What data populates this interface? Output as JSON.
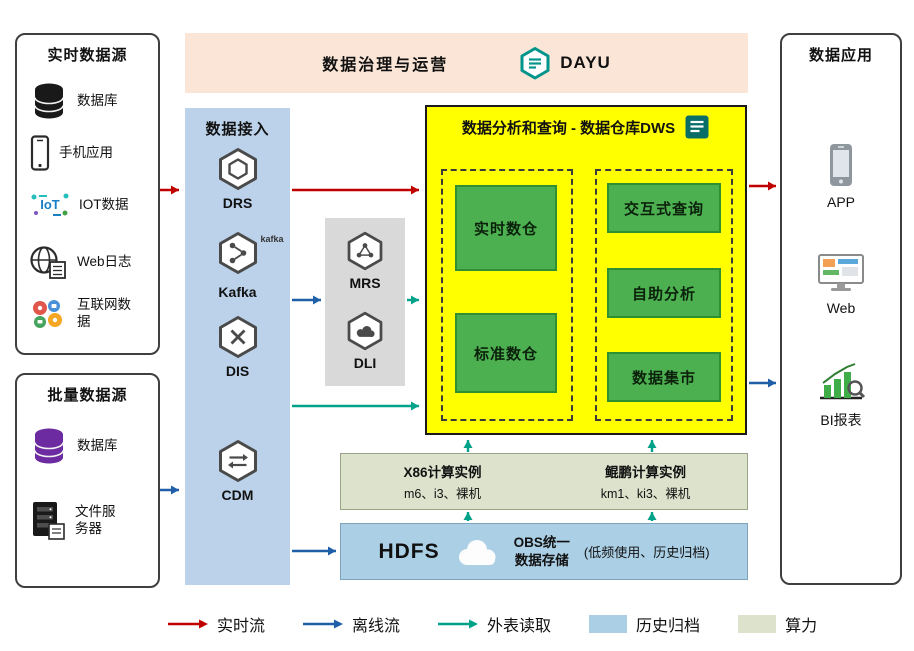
{
  "realtime_sources": {
    "title": "实时数据源",
    "items": [
      {
        "label": "数据库",
        "icon": "database-icon"
      },
      {
        "label": "手机应用",
        "icon": "phone-icon"
      },
      {
        "label": "IOT数据",
        "icon": "iot-icon"
      },
      {
        "label": "Web日志",
        "icon": "weblog-globe-icon"
      },
      {
        "label": "互联网数据",
        "icon": "internet-data-icon"
      }
    ]
  },
  "batch_sources": {
    "title": "批量数据源",
    "items": [
      {
        "label": "数据库",
        "icon": "database-purple-icon"
      },
      {
        "label": "文件服务器",
        "icon": "file-server-icon"
      }
    ]
  },
  "governance": {
    "title": "数据治理与运营",
    "logo_text": "DAYU"
  },
  "ingestion": {
    "title": "数据接入",
    "services": [
      {
        "label": "DRS"
      },
      {
        "label": "Kafka",
        "badge": "kafka"
      },
      {
        "label": "DIS"
      },
      {
        "label": "CDM"
      }
    ]
  },
  "middleware": {
    "services": [
      {
        "label": "MRS"
      },
      {
        "label": "DLI"
      }
    ]
  },
  "dws": {
    "title": "数据分析和查询 - 数据仓库DWS",
    "left_boxes": [
      {
        "label": "实时数仓"
      },
      {
        "label": "标准数仓"
      }
    ],
    "right_boxes": [
      {
        "label": "交互式查询"
      },
      {
        "label": "自助分析"
      },
      {
        "label": "数据集市"
      }
    ]
  },
  "instances": [
    {
      "title": "X86计算实例",
      "subtitle": "m6、i3、裸机"
    },
    {
      "title": "鲲鹏计算实例",
      "subtitle": "km1、ki3、裸机"
    }
  ],
  "storage": {
    "hdfs": "HDFS",
    "obs_line1": "OBS统一",
    "obs_line2": "数据存储",
    "note": "(低频使用、历史归档)"
  },
  "applications": {
    "title": "数据应用",
    "items": [
      {
        "label": "APP",
        "icon": "phone-icon"
      },
      {
        "label": "Web",
        "icon": "monitor-icon"
      },
      {
        "label": "BI报表",
        "icon": "bar-chart-icon"
      }
    ]
  },
  "legend": {
    "items": [
      {
        "label": "实时流",
        "type": "arrow",
        "color": "#C00000"
      },
      {
        "label": "离线流",
        "type": "arrow",
        "color": "#1F5FA8"
      },
      {
        "label": "外表读取",
        "type": "arrow",
        "color": "#00A38A"
      },
      {
        "label": "历史归档",
        "type": "swatch",
        "color": "#ABCFE5"
      },
      {
        "label": "算力",
        "type": "swatch",
        "color": "#DCE2CC"
      }
    ]
  },
  "colors": {
    "realtime_flow": "#C00000",
    "offline_flow": "#1F5FA8",
    "external_read": "#00A38A",
    "dws_background": "#FFFF00",
    "green_box": "#4CB050",
    "ingestion_background": "#BCD2EA",
    "governance_background": "#FBE5D6",
    "hdfs_background": "#ABCFE5",
    "instances_background": "#DCE2CC",
    "middleware_background": "#D9D9D9"
  }
}
